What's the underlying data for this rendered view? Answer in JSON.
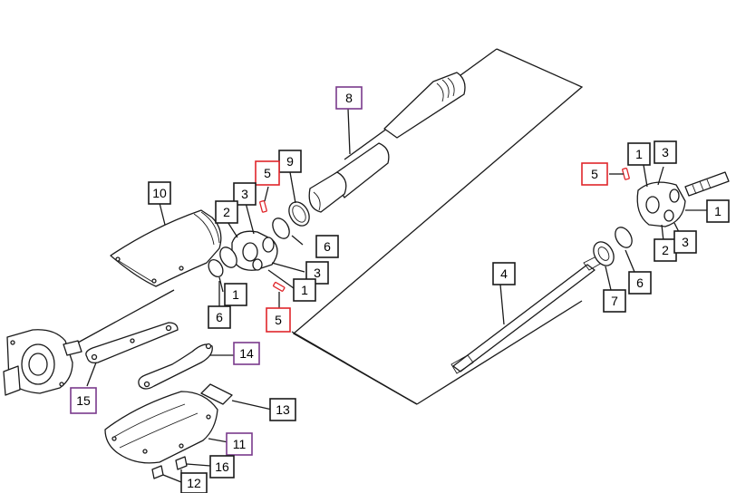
{
  "colors": {
    "line": "#1a1a1a",
    "callout_default": "#1a1a1a",
    "callout_highlight_red": "#e0262b",
    "callout_highlight_purple": "#7a3a8c"
  },
  "callouts": [
    {
      "id": "c10",
      "label": "10",
      "style": "default"
    },
    {
      "id": "c8",
      "label": "8",
      "style": "purple"
    },
    {
      "id": "c9",
      "label": "9",
      "style": "default"
    },
    {
      "id": "c5a",
      "label": "5",
      "style": "red"
    },
    {
      "id": "c3a",
      "label": "3",
      "style": "default"
    },
    {
      "id": "c2a",
      "label": "2",
      "style": "default"
    },
    {
      "id": "c6a",
      "label": "6",
      "style": "default"
    },
    {
      "id": "c3b",
      "label": "3",
      "style": "default"
    },
    {
      "id": "c1a",
      "label": "1",
      "style": "default"
    },
    {
      "id": "c1b",
      "label": "1",
      "style": "default"
    },
    {
      "id": "c6b",
      "label": "6",
      "style": "default"
    },
    {
      "id": "c5b",
      "label": "5",
      "style": "red"
    },
    {
      "id": "c4",
      "label": "4",
      "style": "default"
    },
    {
      "id": "c7",
      "label": "7",
      "style": "default"
    },
    {
      "id": "c6c",
      "label": "6",
      "style": "default"
    },
    {
      "id": "c5c",
      "label": "5",
      "style": "red"
    },
    {
      "id": "c1c",
      "label": "1",
      "style": "default"
    },
    {
      "id": "c3c",
      "label": "3",
      "style": "default"
    },
    {
      "id": "c1d",
      "label": "1",
      "style": "default"
    },
    {
      "id": "c2b",
      "label": "2",
      "style": "default"
    },
    {
      "id": "c3d",
      "label": "3",
      "style": "default"
    },
    {
      "id": "c14",
      "label": "14",
      "style": "purple"
    },
    {
      "id": "c15",
      "label": "15",
      "style": "purple"
    },
    {
      "id": "c13",
      "label": "13",
      "style": "default"
    },
    {
      "id": "c11",
      "label": "11",
      "style": "purple"
    },
    {
      "id": "c16",
      "label": "16",
      "style": "default"
    },
    {
      "id": "c12",
      "label": "12",
      "style": "default"
    }
  ]
}
